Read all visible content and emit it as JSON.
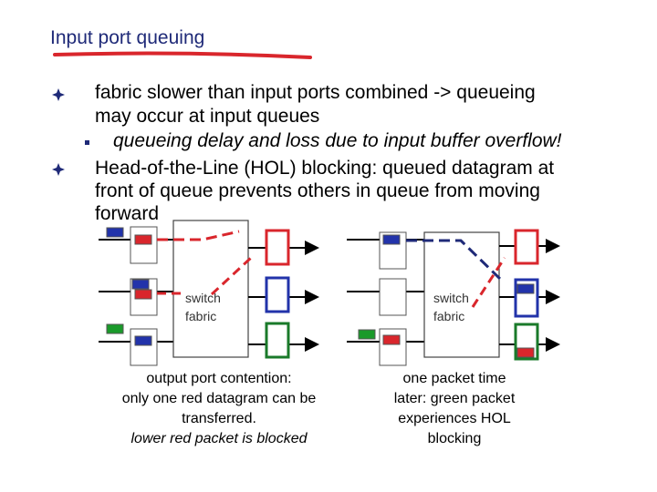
{
  "slide": {
    "title": "Input port queuing",
    "bullets": [
      {
        "line1": "fabric slower than input ports combined -> queueing",
        "line2": "may occur at input queues"
      },
      {
        "line1": "Head-of-the-Line (HOL) blocking: queued datagram at",
        "line2": "front of queue prevents others in queue from moving",
        "line3": "forward"
      }
    ],
    "sub_bullet": "queueing delay and loss due to input buffer overflow!",
    "left_diagram": {
      "fabric_line1": "switch",
      "fabric_line2": "fabric",
      "caption_line1": "output port contention:",
      "caption_line2": "only one red datagram can be",
      "caption_line3": "transferred.",
      "caption_line4": "lower red packet is blocked"
    },
    "right_diagram": {
      "fabric_line1": "switch",
      "fabric_line2": "fabric",
      "caption_line1": "one packet time",
      "caption_line2": "later: green packet",
      "caption_line3": "experiences HOL",
      "caption_line4": "blocking"
    },
    "colors": {
      "red": "#d9262c",
      "blue": "#2233aa",
      "green": "#1a7a2a",
      "navy": "#1f2a78"
    }
  }
}
